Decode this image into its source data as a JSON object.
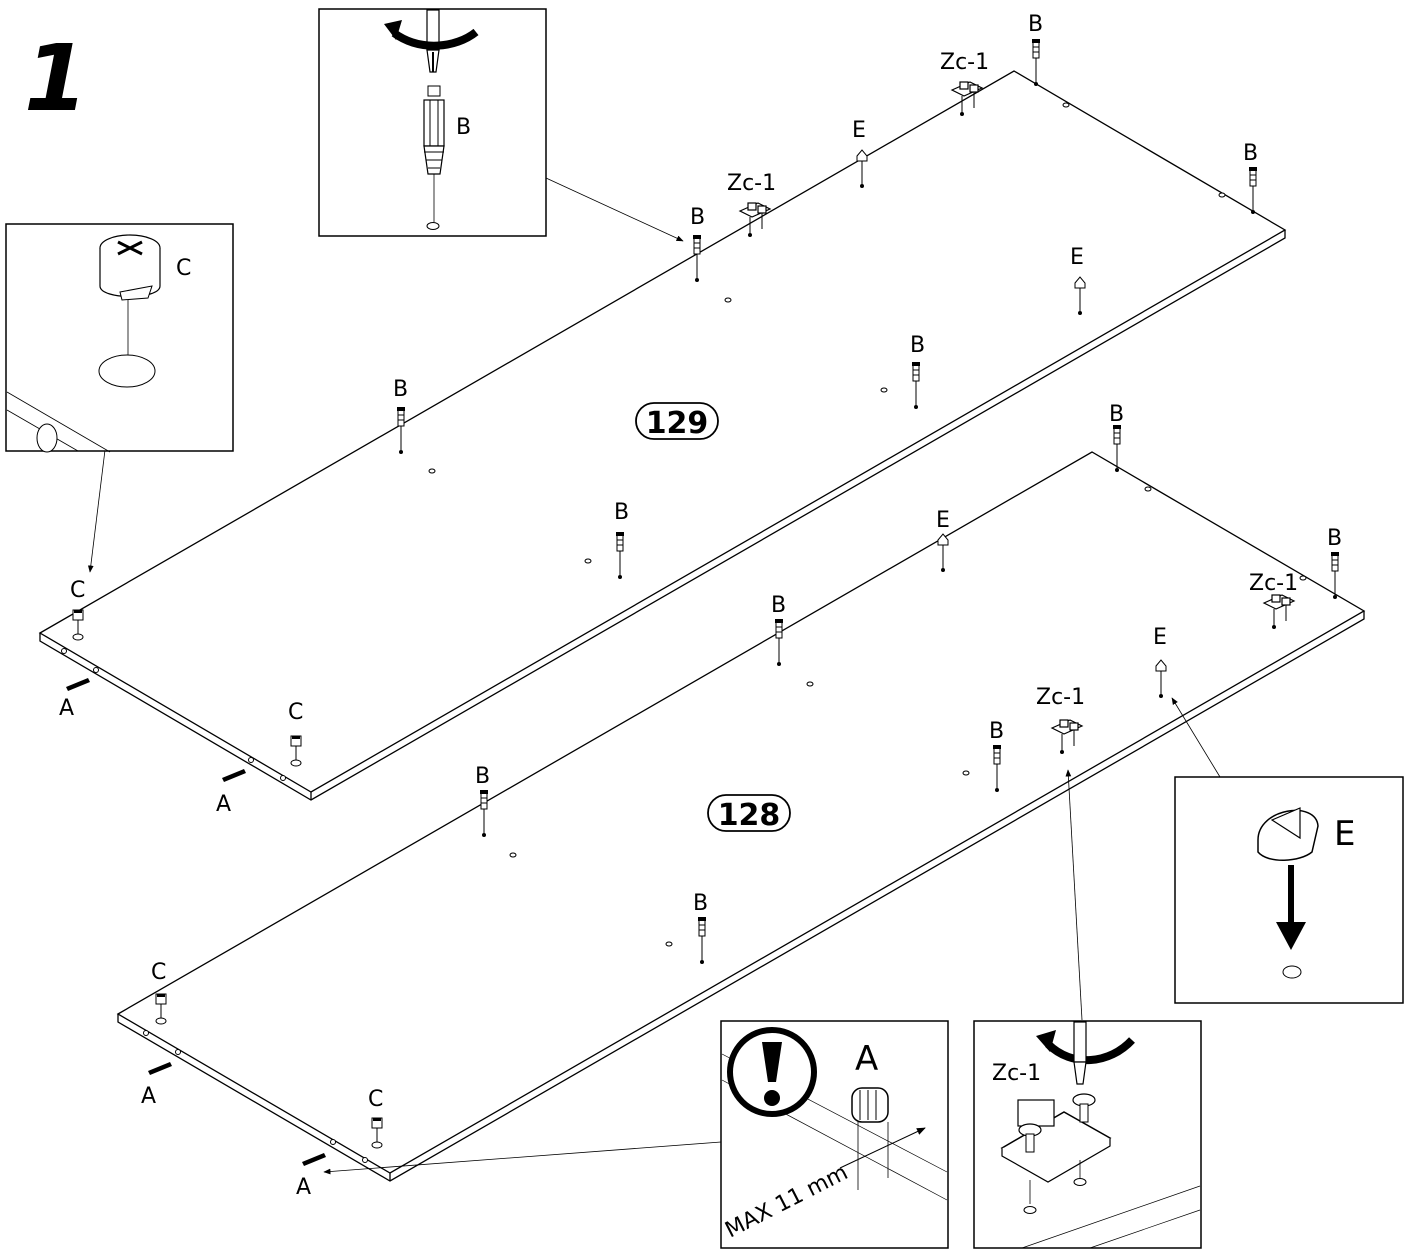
{
  "step_number": "1",
  "panels": [
    {
      "id": "129"
    },
    {
      "id": "128"
    }
  ],
  "labels": {
    "B": "B",
    "C": "C",
    "E": "E",
    "A": "A",
    "Zc1": "Zc-1"
  },
  "insets": {
    "screw_b": {
      "label": "B"
    },
    "cam_c": {
      "label": "C"
    },
    "peg_e": {
      "label": "E"
    },
    "dowel_a": {
      "label": "A",
      "note": "MAX 11 mm"
    },
    "hinge_zc1": {
      "label": "Zc-1"
    }
  },
  "icons": [
    "warning-icon",
    "rotate-arrow-icon",
    "screwdriver-icon",
    "down-arrow-icon"
  ]
}
